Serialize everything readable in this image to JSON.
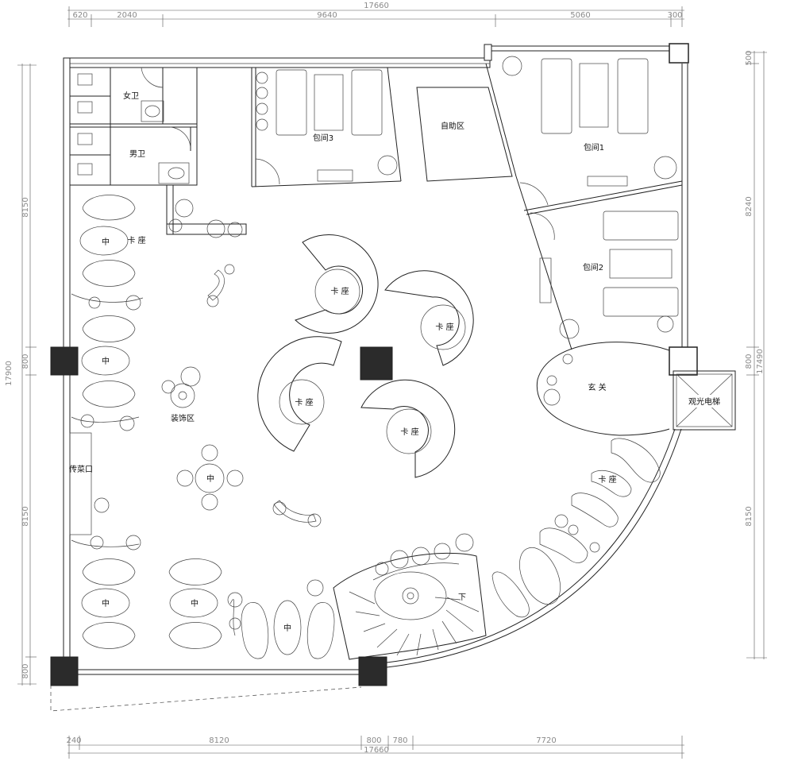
{
  "dimensions": {
    "top_total": "17660",
    "top_segments": [
      "620",
      "2040",
      "9640",
      "5060",
      "300"
    ],
    "bottom_total": "17660",
    "bottom_segments": [
      "240",
      "8120",
      "800",
      "780",
      "7720"
    ],
    "left_total": "17900",
    "left_segments": [
      "8150",
      "800",
      "8150",
      "800"
    ],
    "right_total": "17490",
    "right_segments": [
      "500",
      "8240",
      "800",
      "8150"
    ]
  },
  "rooms": {
    "womens_restroom": "女卫",
    "mens_restroom": "男卫",
    "private_room_3": "包间3",
    "self_service": "自助区",
    "private_room_1": "包间1",
    "private_room_2": "包间2",
    "foyer": "玄 关",
    "sightseeing_elevator": "观光电梯",
    "decoration_area": "装饰区",
    "serving_window": "传菜口",
    "stairs_down": "下"
  },
  "booth_label": "卡 座",
  "table_symbol": "中"
}
